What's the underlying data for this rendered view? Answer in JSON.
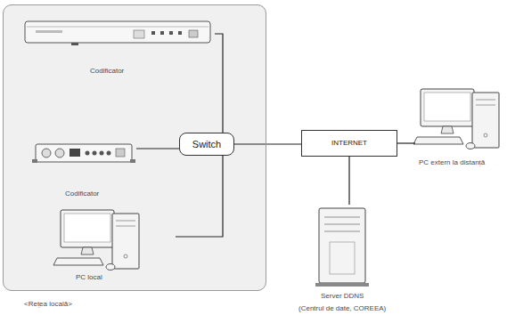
{
  "diagram": {
    "nodes": [
      {
        "text": [
          "<Rețea locală>"
        ]
      },
      {
        "text": [
          "Codificator"
        ],
        "in": 0
      },
      {
        "text": [
          "Codificator"
        ],
        "in": 0
      },
      {
        "text": [
          "PC local"
        ],
        "in": 0
      },
      {
        "text": [
          "Switch"
        ],
        "in": 0
      },
      {
        "text": [
          "INTERNET"
        ]
      },
      {
        "text": [
          "PC extern la distanță"
        ]
      },
      {
        "text": [
          "Server DDNS",
          "(Centrul de date, COREEA)"
        ]
      }
    ],
    "edges": [
      {
        "from": 1,
        "to": 4,
        "arrow": "none"
      },
      {
        "from": 2,
        "to": 4,
        "arrow": "none"
      },
      {
        "from": 3,
        "to": 4,
        "arrow": "none"
      },
      {
        "from": 4,
        "to": 5,
        "arrow": "none"
      },
      {
        "from": 5,
        "to": 6,
        "arrow": "none"
      },
      {
        "from": 5,
        "to": 7,
        "arrow": "none"
      }
    ]
  }
}
